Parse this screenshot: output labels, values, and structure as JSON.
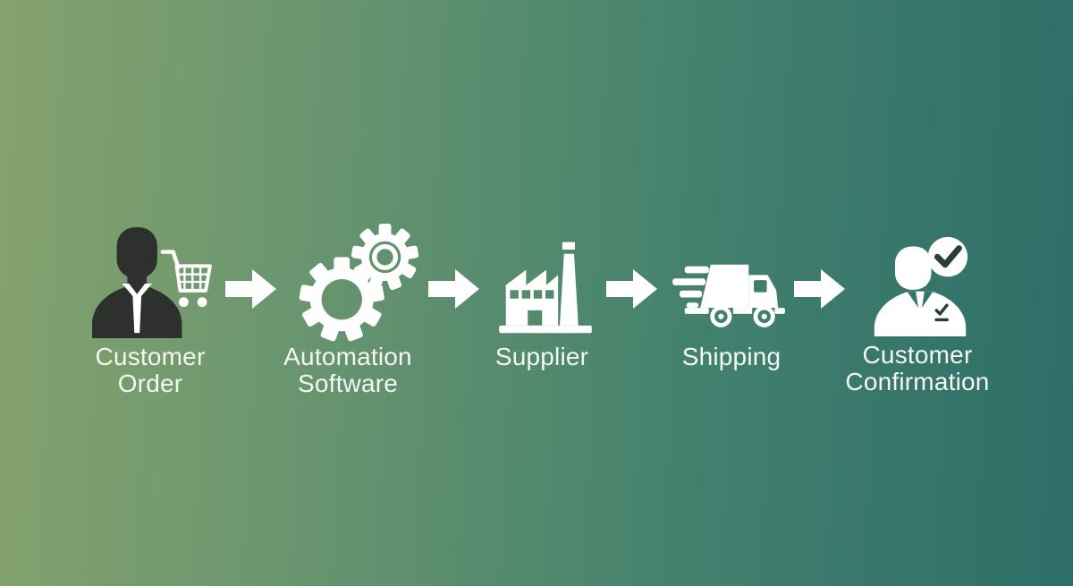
{
  "diagram": {
    "type": "process-flow",
    "direction": "left-to-right",
    "stages": [
      {
        "id": "customer-order",
        "icon": "businessman-shopping-cart-icon",
        "label": "Customer Order",
        "line1": "Customer",
        "line2": "Order"
      },
      {
        "id": "automation-software",
        "icon": "gears-icon",
        "label": "Automation Software",
        "line1": "Automation",
        "line2": "Software"
      },
      {
        "id": "supplier",
        "icon": "factory-icon",
        "label": "Supplier",
        "line1": "Supplier",
        "line2": ""
      },
      {
        "id": "shipping",
        "icon": "delivery-truck-icon",
        "label": "Shipping",
        "line1": "Shipping",
        "line2": ""
      },
      {
        "id": "customer-confirmation",
        "icon": "person-check-badge-icon",
        "label": "Customer Confirmation",
        "line1": "Customer",
        "line2": "Confirmation"
      }
    ],
    "arrow_count": 4
  },
  "colors": {
    "background_left": "#85a26e",
    "background_right": "#2d6e67",
    "icon_white": "#ffffff",
    "silhouette_dark": "#2e302e",
    "check_dark": "#2b3d39",
    "label_text": "#f5f7f2"
  }
}
